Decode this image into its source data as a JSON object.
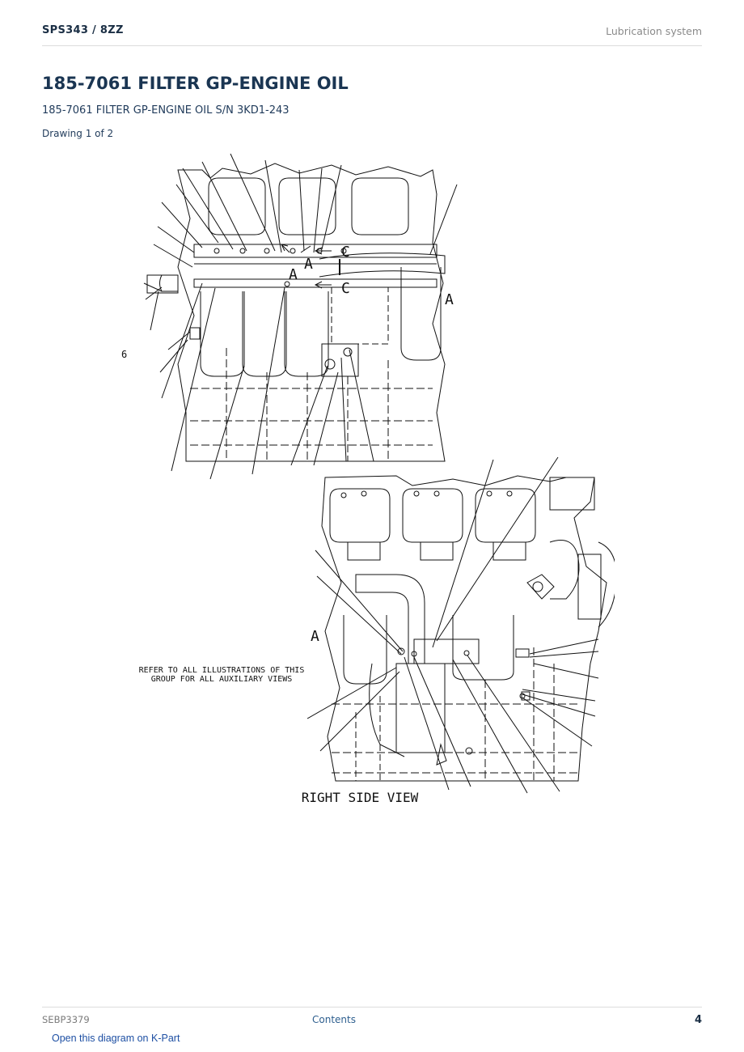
{
  "header": {
    "doc_code": "SPS343  /  8ZZ",
    "section": "Lubrication system"
  },
  "title": "185-7061 FILTER GP-ENGINE OIL",
  "subtitle": "185-7061 FILTER GP-ENGINE OIL S/N 3KD1-243",
  "drawing_label": "Drawing 1 of 2",
  "figure": {
    "view_a_label": "A",
    "view_c_label": "C",
    "stray_mark": "6",
    "note_line1": "REFER TO ALL ILLUSTRATIONS OF THIS",
    "note_line2": "GROUP FOR ALL AUXILIARY VIEWS",
    "caption": "RIGHT SIDE VIEW"
  },
  "footer": {
    "doc_id": "SEBP3379",
    "contents_link": "Contents",
    "page_number": "4"
  },
  "kpart_link": "Open this diagram on K-Part"
}
